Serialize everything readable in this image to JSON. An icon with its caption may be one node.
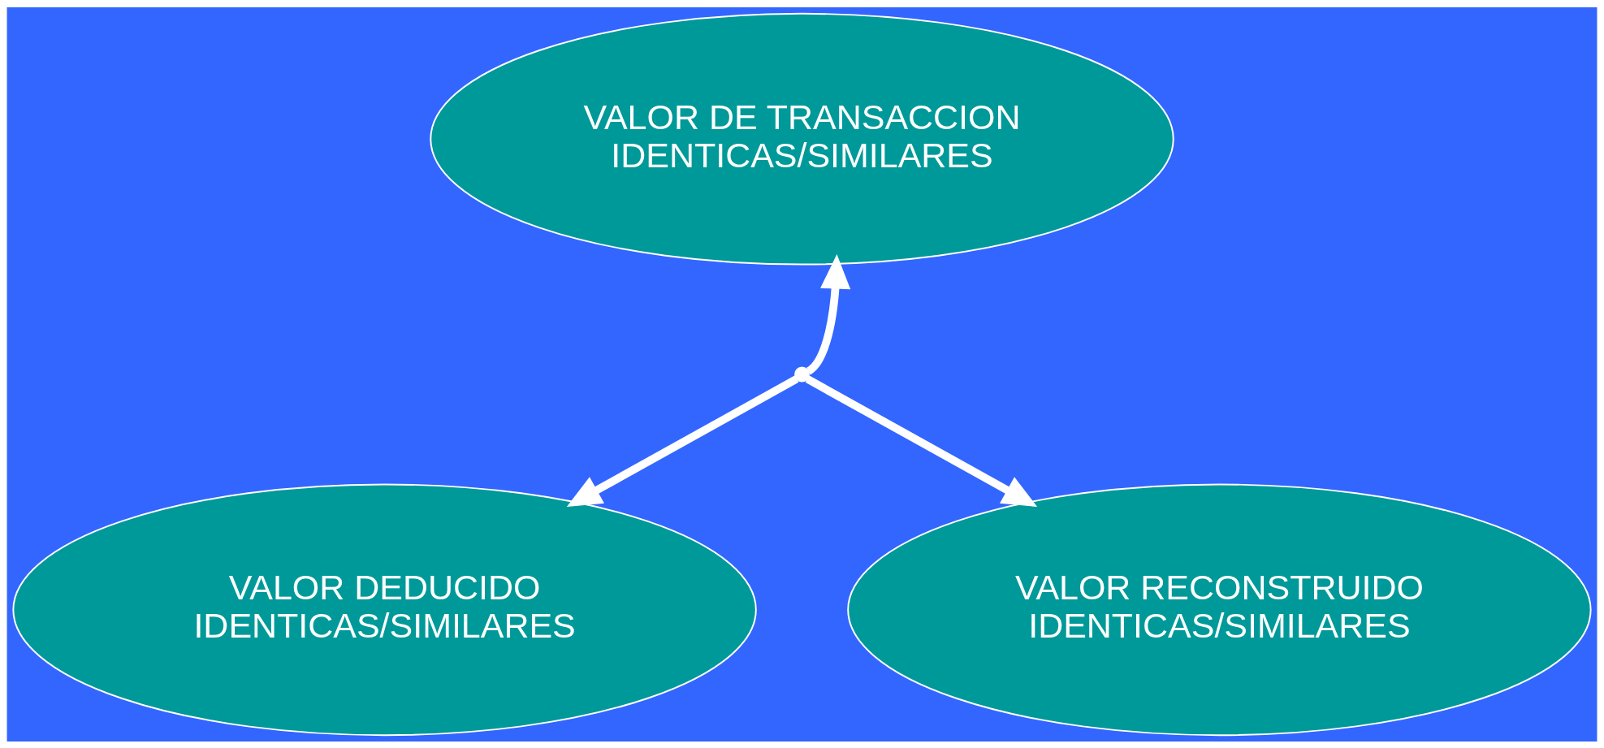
{
  "diagram": {
    "nodes": [
      {
        "text": [
          "VALOR DE TRANSACCION IDENTICAS/SIMILARES"
        ]
      },
      {
        "text": [
          "VALOR DEDUCIDO IDENTICAS/SIMILARES"
        ]
      },
      {
        "text": [
          "VALOR RECONSTRUIDO IDENTICAS/SIMILARES"
        ]
      },
      {
        "text": [],
        "shape": "point"
      }
    ],
    "edges": [
      {
        "from": 3,
        "to": 0,
        "arrow": "to"
      },
      {
        "from": 3,
        "to": 1,
        "arrow": "to"
      },
      {
        "from": 3,
        "to": 2,
        "arrow": "to"
      }
    ]
  }
}
